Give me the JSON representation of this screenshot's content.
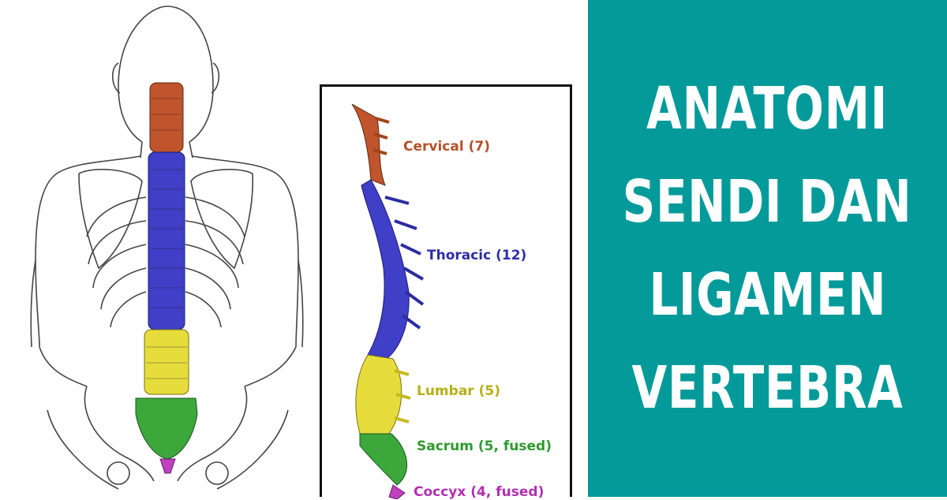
{
  "title_lines": [
    "ANATOMI",
    "SENDI DAN",
    "LIGAMEN",
    "VERTEBRA"
  ],
  "labels": {
    "cervical": "Cervical (7)",
    "thoracic": "Thoracic (12)",
    "lumbar": "Lumbar (5)",
    "sacrum": "Sacrum (5, fused)",
    "coccyx": "Coccyx (4, fused)"
  },
  "colors": {
    "background_panel": "#049a9a",
    "title_text": "#ffffff",
    "cervical": "#c0542c",
    "thoracic": "#3f3fc8",
    "lumbar": "#e6dc3c",
    "sacrum": "#3ca83c",
    "coccyx": "#c040c0",
    "outline": "#444444"
  }
}
